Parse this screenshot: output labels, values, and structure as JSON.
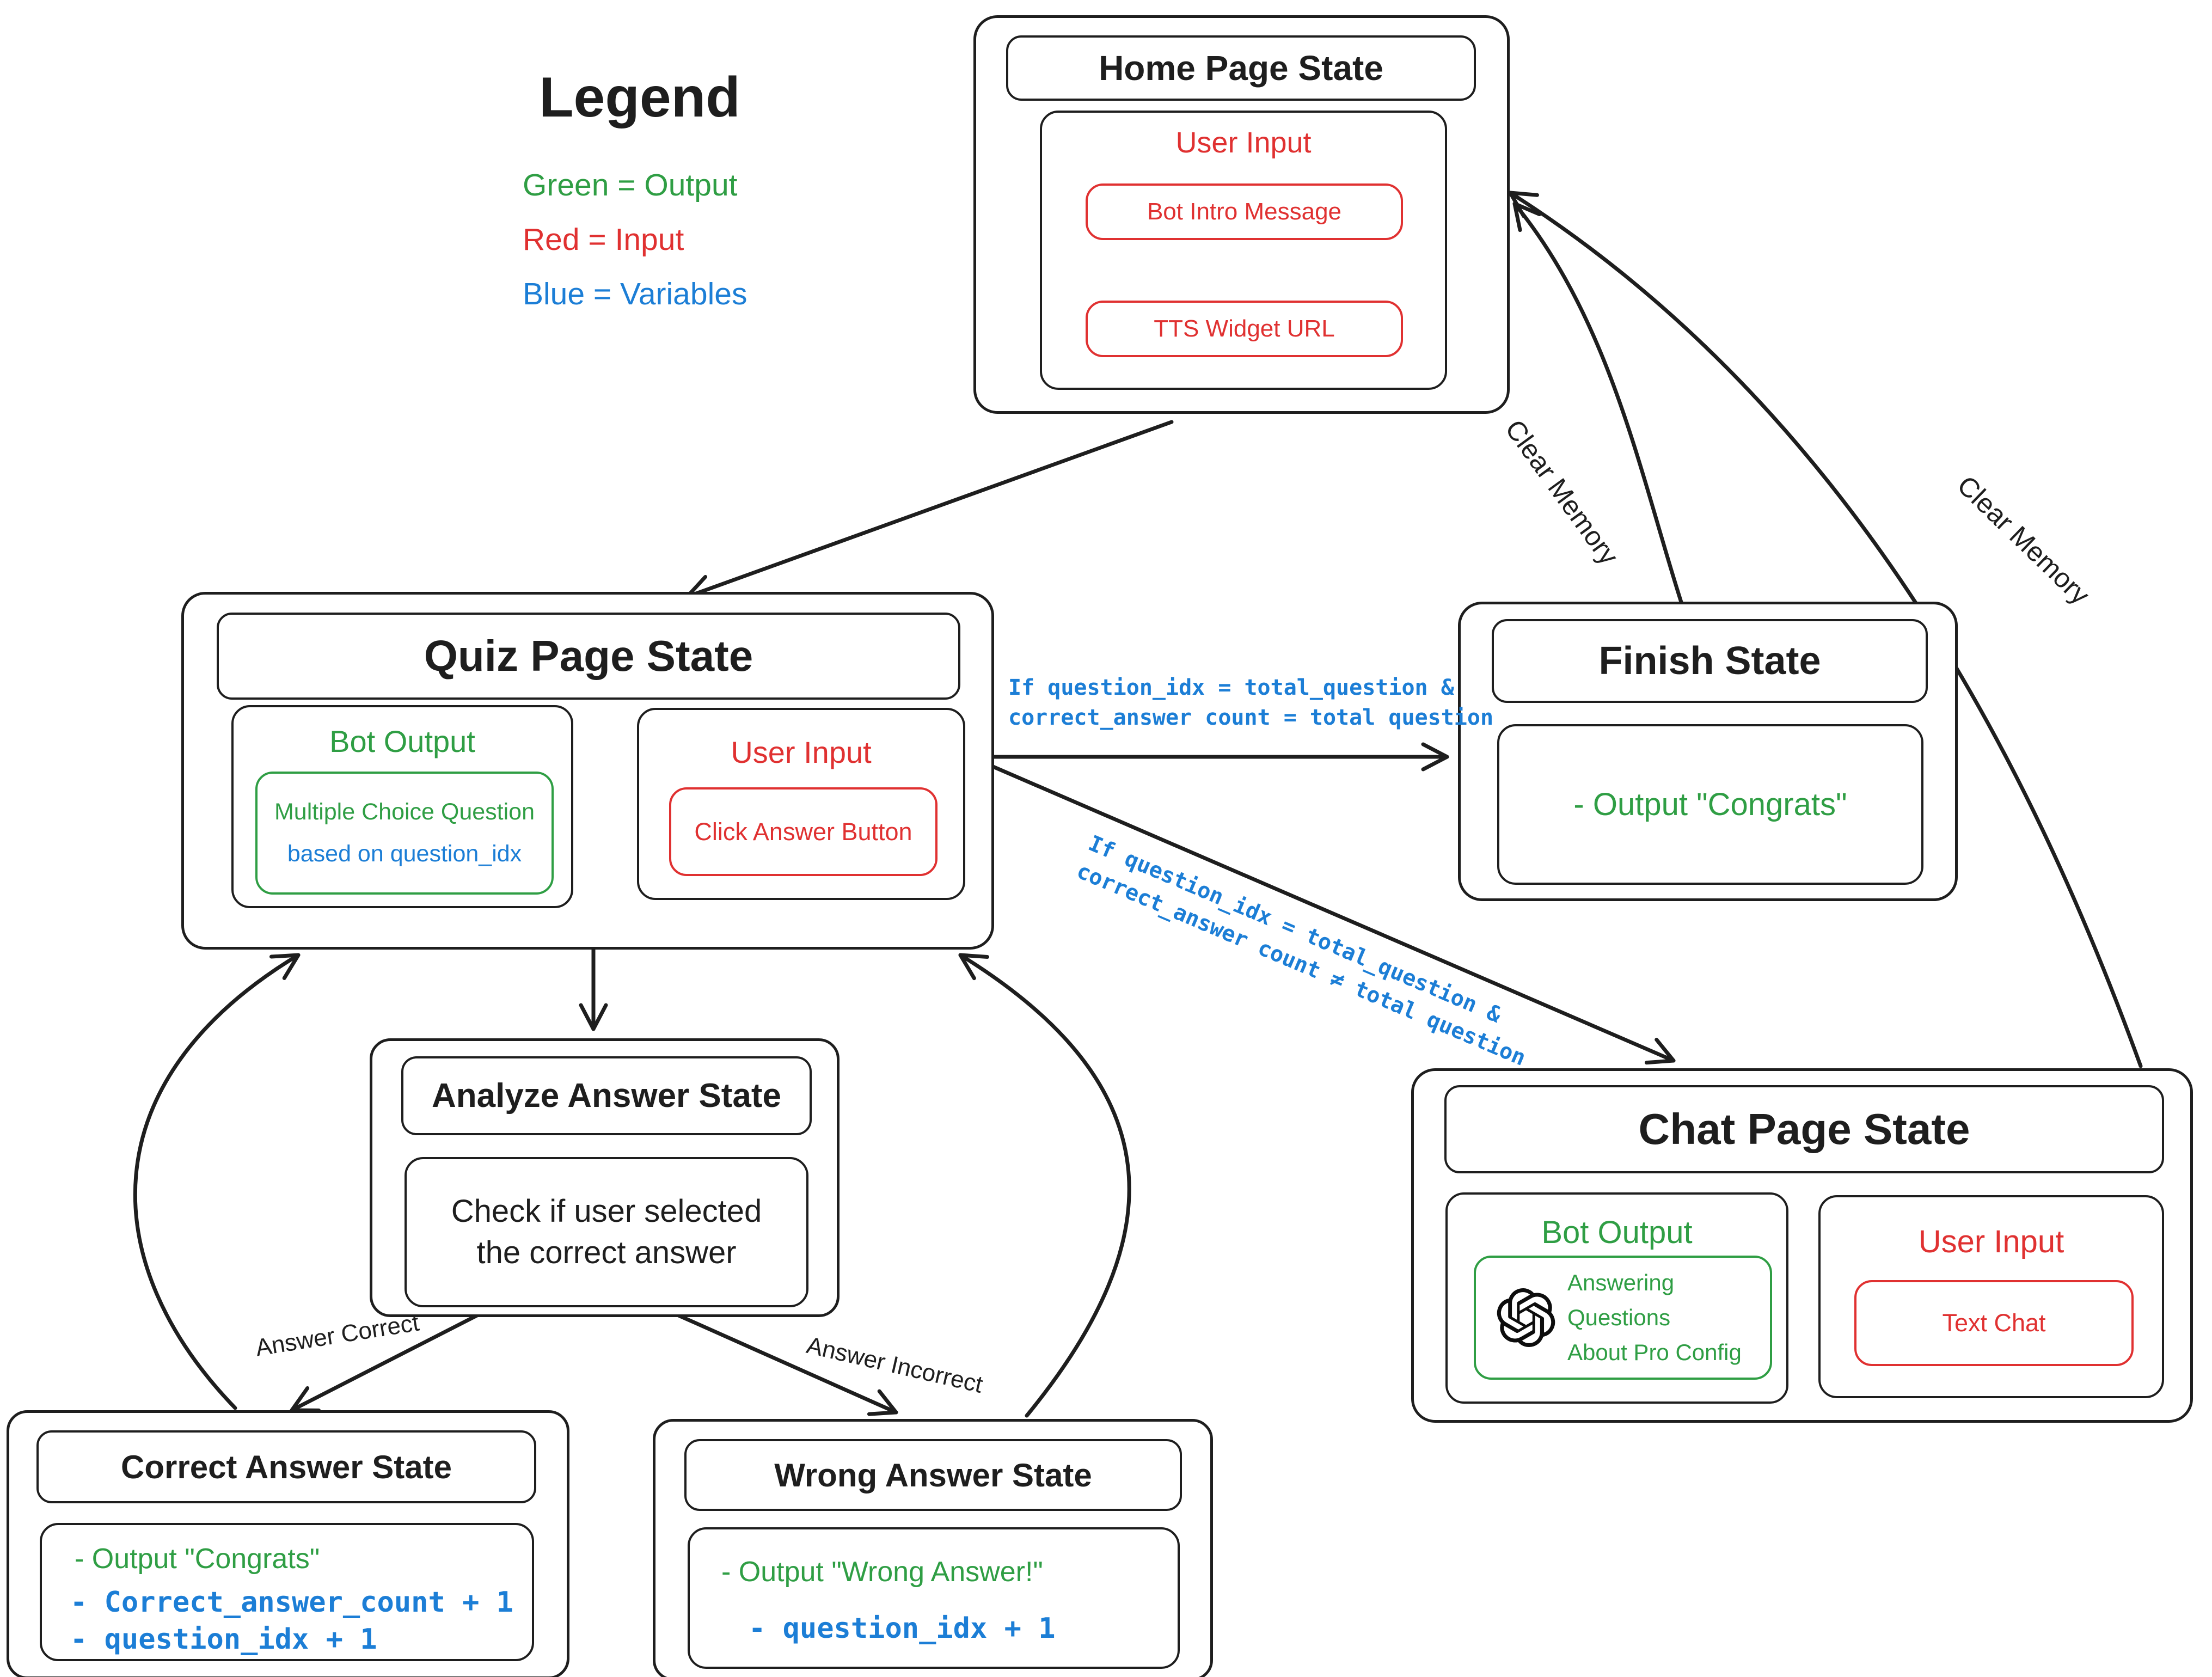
{
  "legend": {
    "title": "Legend",
    "items": [
      {
        "label": "Green = Output",
        "color": "#2f9e44"
      },
      {
        "label": "Red = Input",
        "color": "#e03131"
      },
      {
        "label": "Blue = Variables",
        "color": "#1c7ed6"
      }
    ]
  },
  "states": {
    "home": {
      "title": "Home Page State",
      "section_heading": "User Input",
      "pills": [
        "Bot Intro Message",
        "TTS Widget URL"
      ]
    },
    "quiz": {
      "title": "Quiz Page State",
      "bot_output": {
        "heading": "Bot Output",
        "line1": "Multiple Choice Question",
        "line2": "based on question_idx"
      },
      "user_input": {
        "heading": "User Input",
        "pill": "Click Answer Button"
      }
    },
    "finish": {
      "title": "Finish State",
      "content": "- Output \"Congrats\""
    },
    "chat": {
      "title": "Chat Page State",
      "bot_output": {
        "heading": "Bot Output",
        "icon": "openai-logo",
        "line1": "Answering Questions",
        "line2": "About Pro Config"
      },
      "user_input": {
        "heading": "User Input",
        "pill": "Text Chat"
      }
    },
    "analyze": {
      "title": "Analyze Answer State",
      "line1": "Check if user selected",
      "line2": "the correct answer"
    },
    "correct": {
      "title": "Correct Answer State",
      "output_line": "- Output \"Congrats\"",
      "var_lines": [
        "- Correct_answer_count + 1",
        "- question_idx + 1"
      ]
    },
    "wrong": {
      "title": "Wrong Answer State",
      "output_line": "- Output \"Wrong Answer!\"",
      "var_lines": [
        "- question_idx + 1"
      ]
    }
  },
  "edges": {
    "quiz_to_finish": {
      "line1": "If question_idx = total_question &",
      "line2": "correct_answer count = total question"
    },
    "quiz_to_chat": {
      "line1": "If question_idx = total_question &",
      "line2": "correct_answer count ≠ total question"
    },
    "finish_to_home": "Clear Memory",
    "chat_to_home": "Clear Memory",
    "analyze_to_correct": "Answer Correct",
    "analyze_to_wrong": "Answer Incorrect"
  },
  "colors": {
    "output_green": "#2f9e44",
    "input_red": "#e03131",
    "variable_blue": "#1c7ed6",
    "ink_black": "#1e1e1e"
  }
}
